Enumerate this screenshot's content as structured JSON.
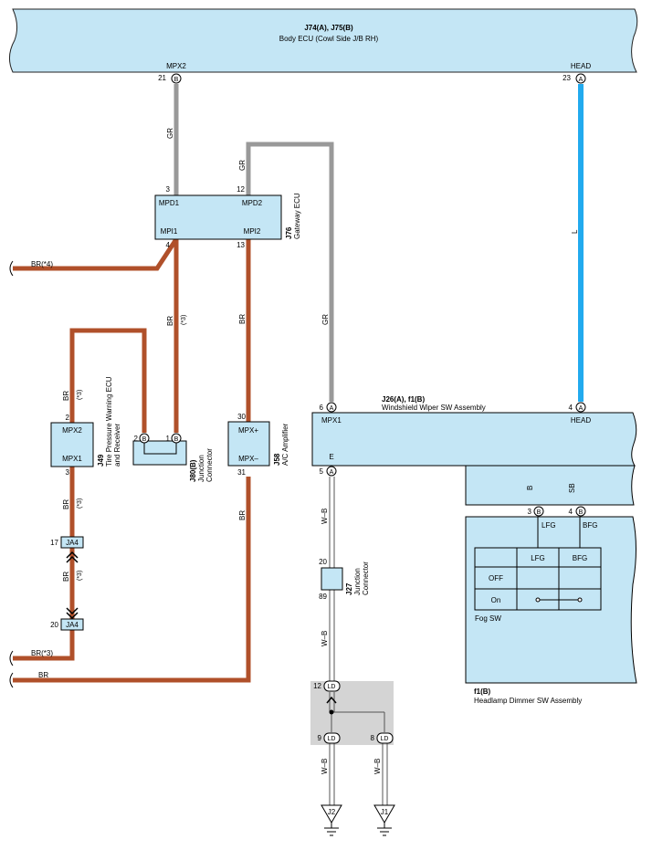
{
  "colors": {
    "box_fill": "#c4e6f5",
    "wire_GR": "#999999",
    "wire_L": "#22aaee",
    "wire_BR": "#b0502a",
    "wire_B": "#111111",
    "wire_SB": "#7ccff2",
    "ground_area": "#d4d4d4"
  },
  "body_ecu": {
    "code": "J74(A), J75(B)",
    "name": "Body ECU (Cowl Side J/B RH)",
    "pin_mpx2": "MPX2",
    "pin_head": "HEAD",
    "num_mpx2": "21",
    "num_head": "23",
    "conn_mpx2": "B",
    "conn_head": "A"
  },
  "gateway_ecu": {
    "code": "J76",
    "name": "Gateway ECU",
    "pin_mpd1": "MPD1",
    "pin_mpd2": "MPD2",
    "pin_mpi1": "MPI1",
    "pin_mpi2": "MPI2",
    "num_mpd1": "3",
    "num_mpd2": "12",
    "num_mpi1": "4",
    "num_mpi2": "13"
  },
  "wiper_sw": {
    "code": "J26(A), f1(B)",
    "name": "Windshield Wiper SW Assembly",
    "pin_mpx1": "MPX1",
    "pin_head": "HEAD",
    "pin_e": "E",
    "num_mpx1": "6",
    "num_head": "4",
    "num_e": "5",
    "conn_mpx1": "A",
    "conn_head": "A",
    "conn_e": "A"
  },
  "dimmer_sw": {
    "code": "f1(B)",
    "name": "Headlamp Dimmer SW Assembly",
    "num_lfg": "3",
    "num_bfg": "4",
    "conn_lfg": "B",
    "conn_bfg": "B",
    "pin_lfg": "LFG",
    "pin_bfg": "BFG"
  },
  "fog_sw": {
    "name": "Fog SW",
    "col_lfg": "LFG",
    "col_bfg": "BFG",
    "row_off": "OFF",
    "row_on": "On"
  },
  "tpms_ecu": {
    "code": "J49",
    "name_line1": "Tire Pressure Warning ECU",
    "name_line2": "and Receiver",
    "pin_mpx2": "MPX2",
    "pin_mpx1": "MPX1",
    "num_mpx2": "2",
    "num_mpx1": "3"
  },
  "ac_amp": {
    "code": "J58",
    "name": "A/C Amplifier",
    "pin_mpxp": "MPX+",
    "pin_mpxm": "MPX–",
    "num_mpxp": "30",
    "num_mpxm": "31"
  },
  "j80": {
    "code": "J80(B)",
    "name_line1": "Junction",
    "name_line2": "Connector",
    "num_a": "2",
    "num_b": "1",
    "conn_a": "B",
    "conn_b": "B"
  },
  "j27": {
    "code": "J27",
    "name_line1": "Junction",
    "name_line2": "Connector",
    "num_top": "20",
    "num_bottom": "89"
  },
  "ja4": {
    "label": "JA4",
    "num_top": "17",
    "num_bottom": "20"
  },
  "ld": {
    "label": "LD",
    "num_in": "12",
    "num_out1": "9",
    "num_out2": "8"
  },
  "grounds": {
    "g1": "J2",
    "g2": "J1"
  },
  "wire_labels": {
    "gr": "GR",
    "l": "L",
    "br": "BR",
    "br_note": "(*3)",
    "br_star4": "BR(*4)",
    "br_star3": "BR(*3)",
    "wb": "W–B",
    "b": "B",
    "sb": "SB"
  }
}
